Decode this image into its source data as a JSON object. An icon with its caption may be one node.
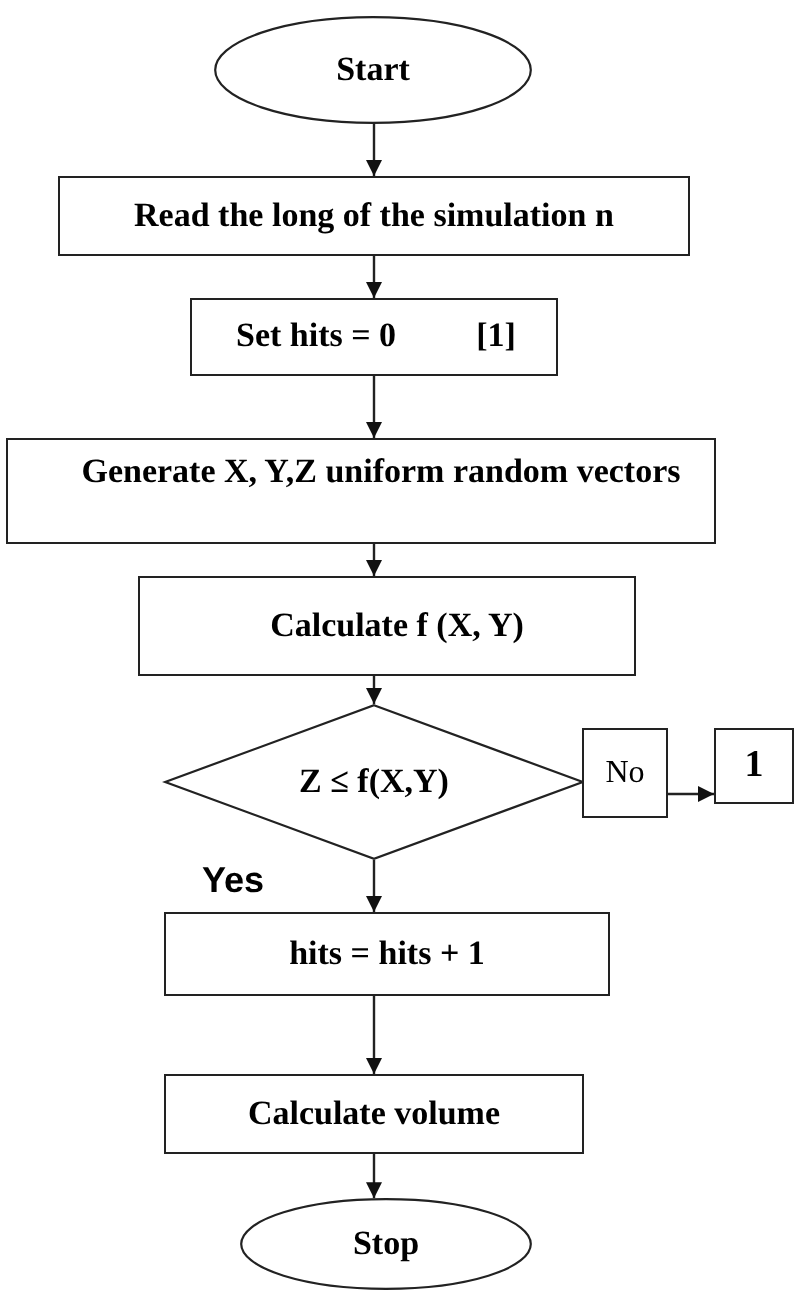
{
  "diagram": {
    "nodes": [
      {
        "text": [
          "Start"
        ]
      },
      {
        "text": [
          "Read the long of the simulation n"
        ]
      },
      {
        "text": [
          "Set hits = 0",
          "[1]"
        ]
      },
      {
        "text": [
          "Generate X, Y,Z uniform random vectors"
        ]
      },
      {
        "text": [
          "Calculate f (X, Y)"
        ]
      },
      {
        "text": [
          "Z ≤ f(X,Y)"
        ]
      },
      {
        "text": [
          "No"
        ]
      },
      {
        "text": [
          "1"
        ]
      },
      {
        "text": [
          "hits = hits + 1"
        ]
      },
      {
        "text": [
          "Calculate volume"
        ]
      },
      {
        "text": [
          "Stop"
        ]
      }
    ],
    "edges": [
      {
        "from": 0,
        "to": 1,
        "arrow": "to"
      },
      {
        "from": 1,
        "to": 2,
        "arrow": "to"
      },
      {
        "from": 2,
        "to": 3,
        "arrow": "to"
      },
      {
        "from": 3,
        "to": 4,
        "arrow": "to"
      },
      {
        "from": 4,
        "to": 5,
        "arrow": "to"
      },
      {
        "from": 5,
        "to": 8,
        "arrow": "to"
      },
      {
        "from": 6,
        "to": 7,
        "arrow": "to"
      },
      {
        "from": 8,
        "to": 9,
        "arrow": "to"
      },
      {
        "from": 9,
        "to": 10,
        "arrow": "to"
      }
    ],
    "labels": [
      "Yes"
    ]
  }
}
